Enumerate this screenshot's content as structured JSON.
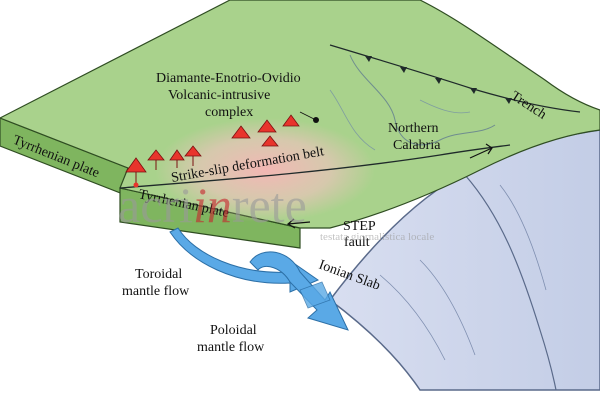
{
  "diagram": {
    "labels": {
      "complex_line1": "Diamante-Enotrio-Ovidio",
      "complex_line2": "Volcanic-intrusive",
      "complex_line3": "complex",
      "northern_line1": "Northern",
      "northern_line2": "Calabria",
      "trench": "Trench",
      "tyrrhenian_upper": "Tyrrhenian plate",
      "tyrrhenian_lower": "Tyrrhenian plate",
      "strike_slip": "Strike-slip deformation belt",
      "step_line1": "STEP",
      "step_line2": "fault",
      "ionian_slab": "Ionian Slab",
      "toroidal_line1": "Toroidal",
      "toroidal_line2": "mantle flow",
      "poloidal_line1": "Poloidal",
      "poloidal_line2": "mantle flow"
    },
    "watermark": {
      "wordmark_start": "acri",
      "wordmark_mid": "in",
      "wordmark_end": "rete",
      "tagline": "testata giornalistica locale"
    },
    "colors": {
      "plate_top": "#a9d28c",
      "plate_side": "#7fb55f",
      "slab": "#c9d3ea",
      "slab_edge": "#5a6a8a",
      "deformation_belt": "#f2a8a8",
      "volcano": "#e8342c",
      "flow_arrow": "#5aa9e6",
      "watermark_grey": "#9a9a9a",
      "watermark_red": "#c8232c"
    }
  }
}
